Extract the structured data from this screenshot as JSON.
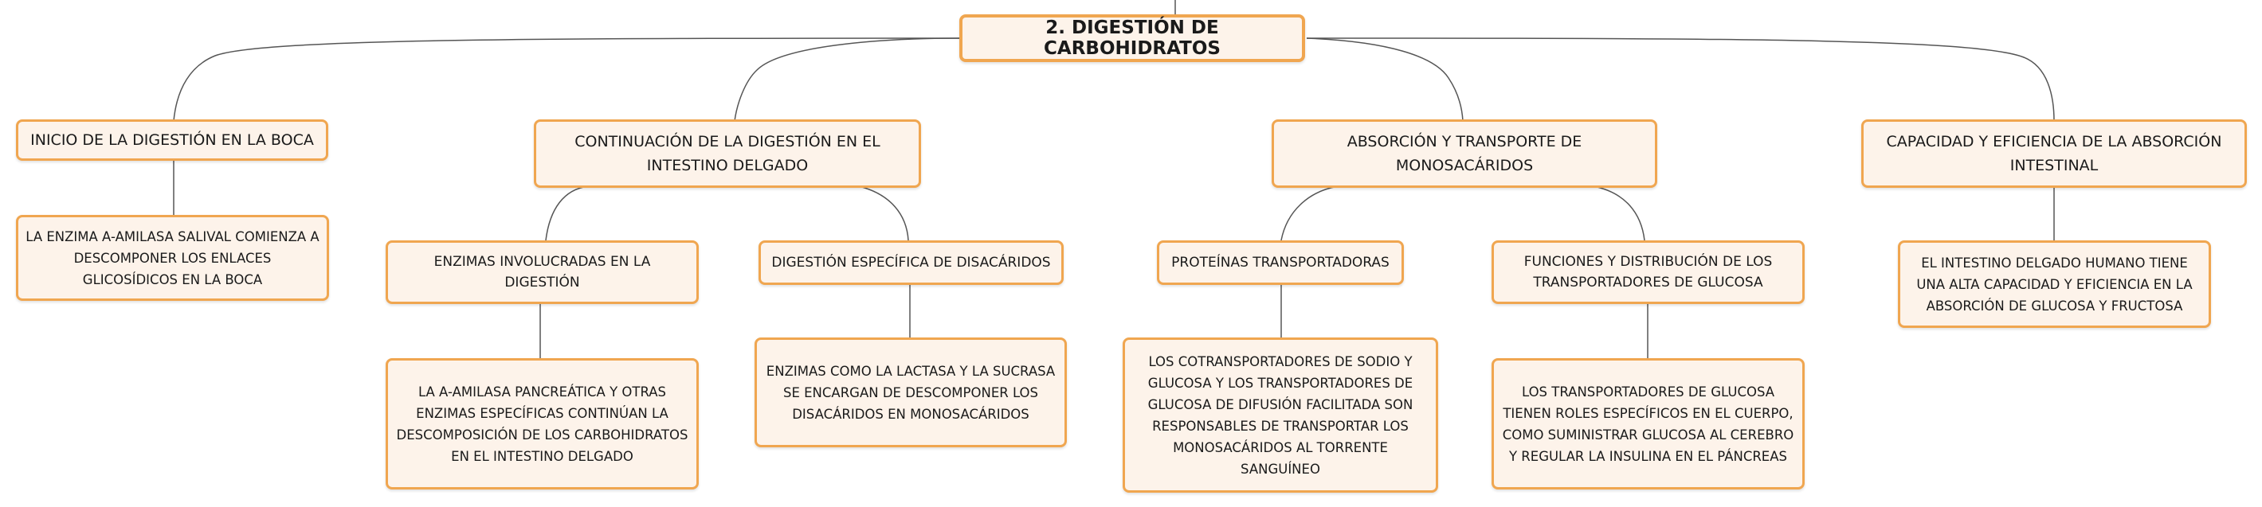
{
  "root": "2. DIGESTIÓN DE CARBOHIDRATOS",
  "branches": {
    "boca": {
      "title": "INICIO DE LA DIGESTIÓN EN LA BOCA",
      "detail": "LA ENZIMA A-AMILASA SALIVAL COMIENZA A DESCOMPONER LOS ENLACES GLICOSÍDICOS EN LA BOCA"
    },
    "intestino": {
      "title": "CONTINUACIÓN DE LA DIGESTIÓN EN EL INTESTINO DELGADO",
      "enzimas": {
        "title": "ENZIMAS INVOLUCRADAS EN LA DIGESTIÓN",
        "detail": "LA A-AMILASA PANCREÁTICA Y OTRAS ENZIMAS ESPECÍFICAS CONTINÚAN LA DESCOMPOSICIÓN DE LOS CARBOHIDRATOS EN EL INTESTINO DELGADO"
      },
      "disacaridos": {
        "title": "DIGESTIÓN ESPECÍFICA DE DISACÁRIDOS",
        "detail": "ENZIMAS COMO LA LACTASA Y LA SUCRASA SE ENCARGAN DE DESCOMPONER LOS DISACÁRIDOS EN MONOSACÁRIDOS"
      }
    },
    "absorcion": {
      "title": "ABSORCIÓN Y TRANSPORTE DE MONOSACÁRIDOS",
      "proteinas": {
        "title": "PROTEÍNAS TRANSPORTADORAS",
        "detail": "LOS COTRANSPORTADORES DE SODIO Y GLUCOSA Y LOS TRANSPORTADORES DE GLUCOSA DE DIFUSIÓN FACILITADA SON RESPONSABLES DE TRANSPORTAR LOS MONOSACÁRIDOS AL TORRENTE SANGUÍNEO"
      },
      "funciones": {
        "title": "FUNCIONES Y DISTRIBUCIÓN DE LOS TRANSPORTADORES DE GLUCOSA",
        "detail": "LOS TRANSPORTADORES DE GLUCOSA TIENEN ROLES ESPECÍFICOS EN EL CUERPO, COMO SUMINISTRAR GLUCOSA AL CEREBRO Y REGULAR LA INSULINA EN EL PÁNCREAS"
      }
    },
    "capacidad": {
      "title": "CAPACIDAD Y EFICIENCIA DE LA ABSORCIÓN INTESTINAL",
      "detail": "EL INTESTINO DELGADO HUMANO TIENE UNA ALTA CAPACIDAD Y EFICIENCIA EN LA ABSORCIÓN DE GLUCOSA Y FRUCTOSA"
    }
  },
  "colors": {
    "border": "#f0a650",
    "fill": "#fdf3ea",
    "line": "#555555"
  }
}
